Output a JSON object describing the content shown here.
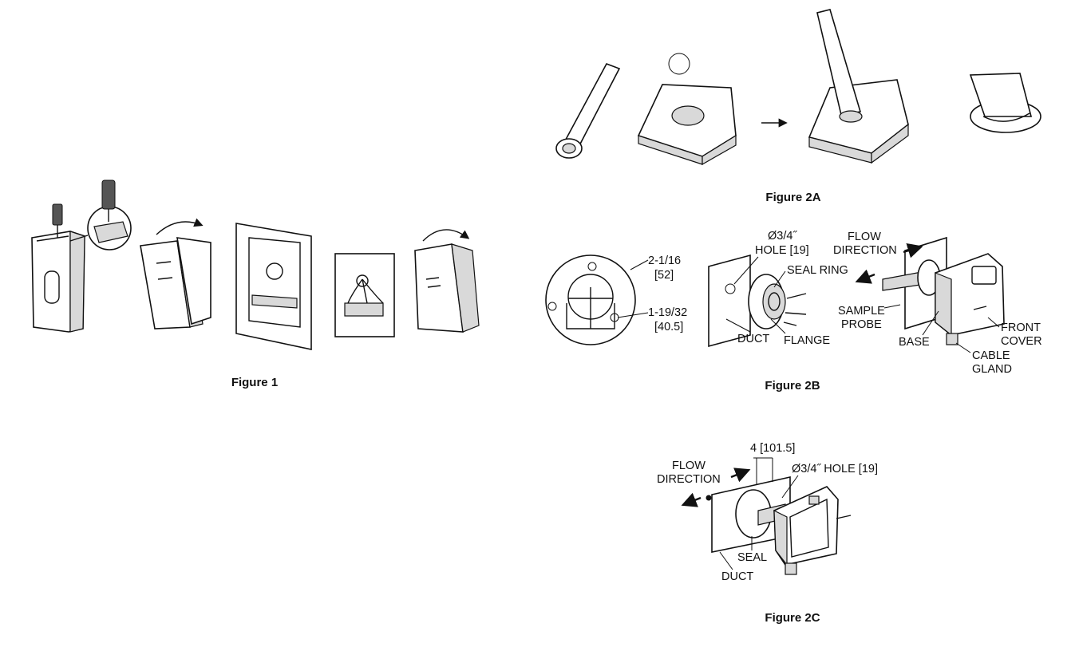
{
  "figures": {
    "fig1": {
      "caption": "Figure 1"
    },
    "fig2a": {
      "caption": "Figure 2A"
    },
    "fig2b": {
      "caption": "Figure 2B",
      "dim_outer": "2-1/16",
      "dim_outer_metric": "[52]",
      "dim_inner": "1-19/32",
      "dim_inner_metric": "[40.5]",
      "hole_line1": "Ø3/4˝",
      "hole_line2": "HOLE [19]",
      "seal_ring": "SEAL RING",
      "duct": "DUCT",
      "flange": "FLANGE",
      "flow_line1": "FLOW",
      "flow_line2": "DIRECTION",
      "sample_line1": "SAMPLE",
      "sample_line2": "PROBE",
      "base": "BASE",
      "front_line1": "FRONT",
      "front_line2": "COVER",
      "gland_line1": "CABLE",
      "gland_line2": "GLAND"
    },
    "fig2c": {
      "caption": "Figure 2C",
      "dim": "4 [101.5]",
      "hole": "Ø3/4˝ HOLE [19]",
      "flow_line1": "FLOW",
      "flow_line2": "DIRECTION",
      "seal": "SEAL",
      "duct": "DUCT"
    }
  }
}
